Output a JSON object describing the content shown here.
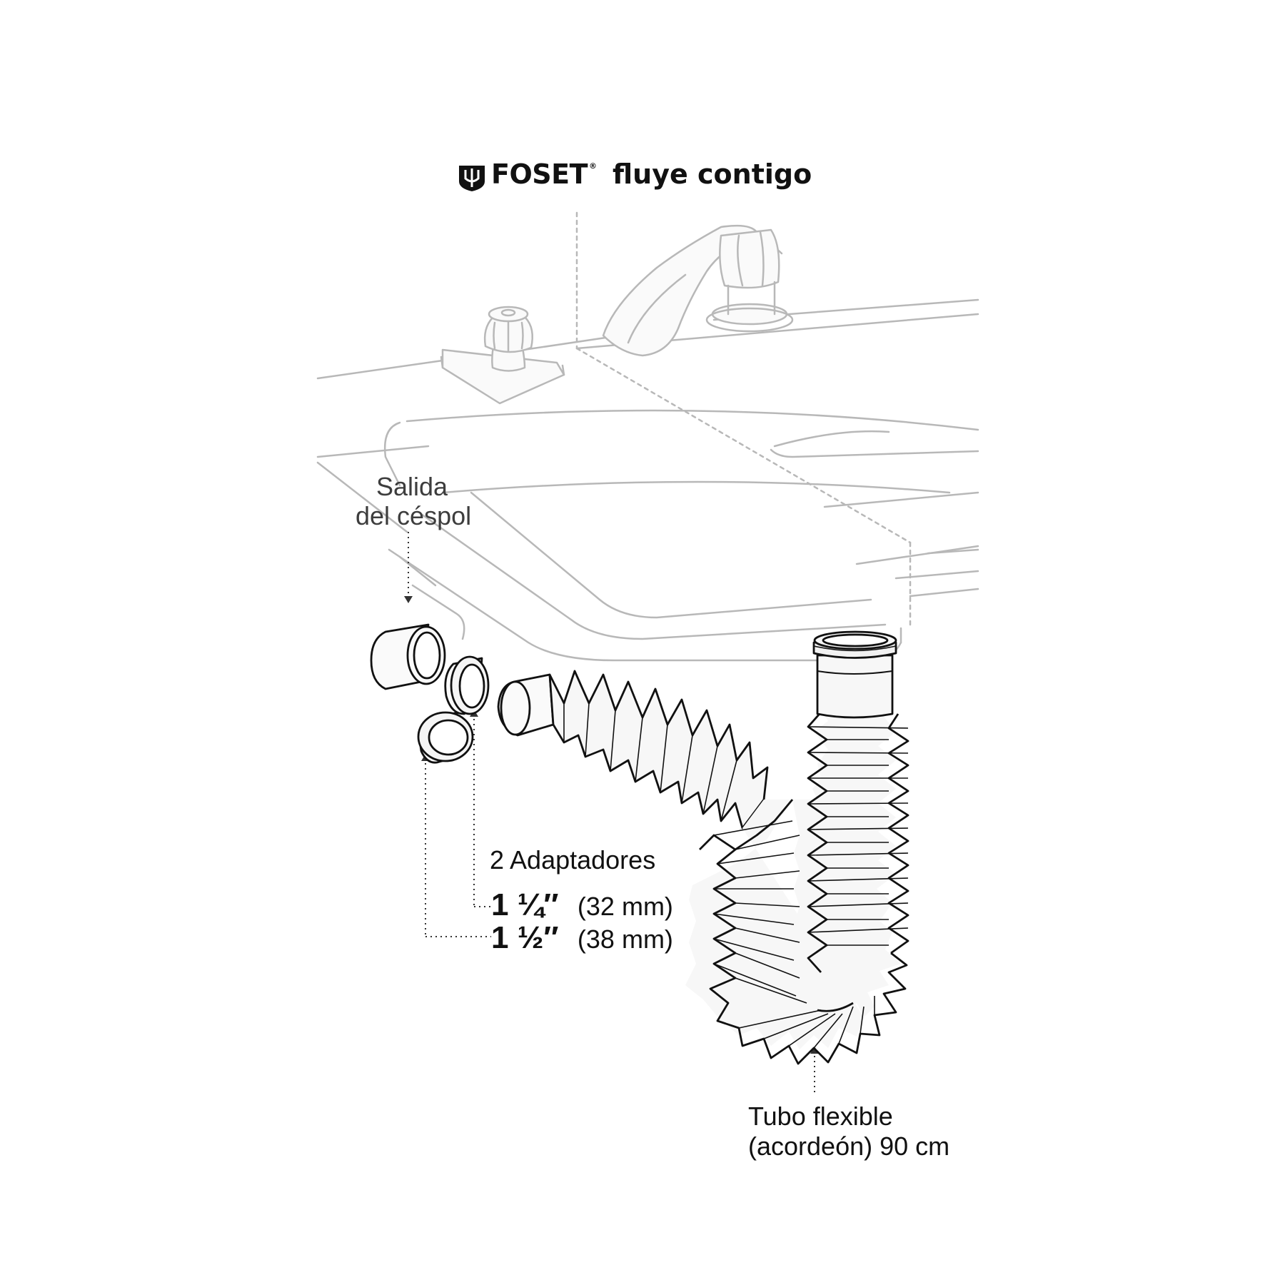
{
  "header": {
    "brand": "FOSET",
    "registered": "®",
    "tagline": "fluye contigo",
    "logo_icon": "trident-shield-icon"
  },
  "labels": {
    "salida_line1": "Salida",
    "salida_line2": "del céspol",
    "adaptadores_title": "2 Adaptadores",
    "adapter_1_size": "1 ¼″",
    "adapter_1_mm": "(32 mm)",
    "adapter_2_size": "1 ½″",
    "adapter_2_mm": "(38 mm)",
    "tubo_line1": "Tubo flexible",
    "tubo_line2": "(acordeón) 90 cm"
  },
  "colors": {
    "ink": "#111111",
    "sink_lines": "#b3b3b3",
    "part_fill": "#f4f4f4"
  }
}
